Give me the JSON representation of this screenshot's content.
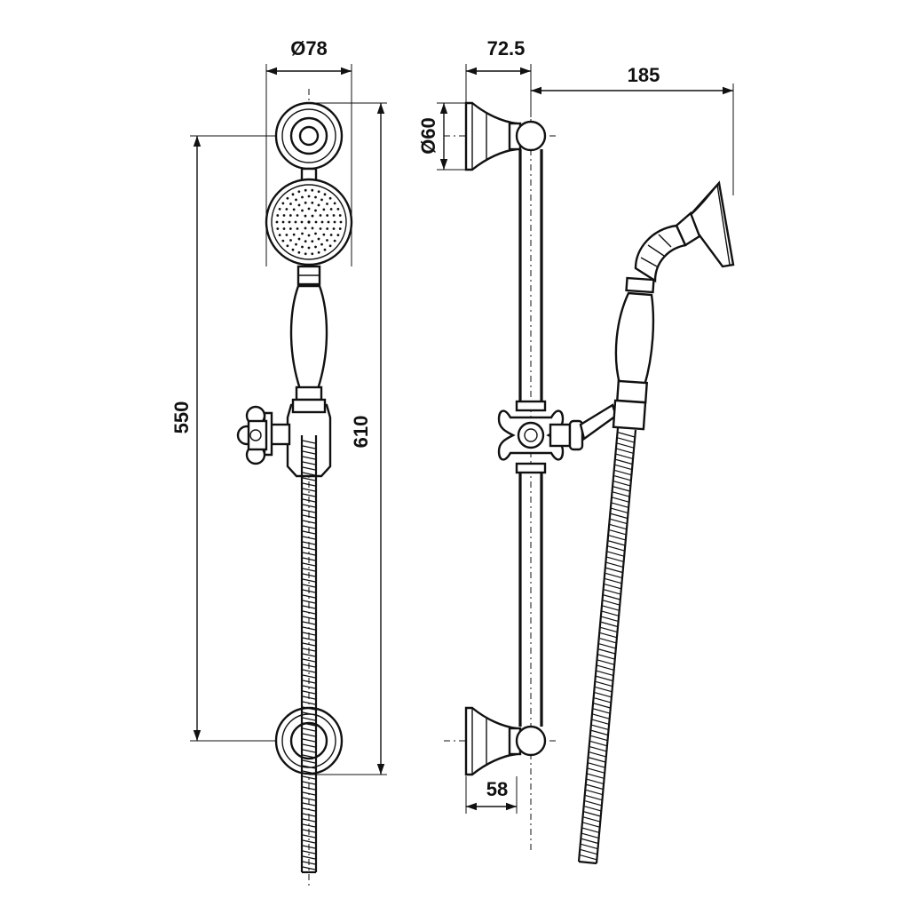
{
  "dimensions": {
    "front_width": "Ø78",
    "side_depth": "72.5",
    "handset_reach": "185",
    "flange_diameter": "Ø60",
    "bar_centers": "550",
    "overall_height": "610",
    "flange_base": "58"
  }
}
